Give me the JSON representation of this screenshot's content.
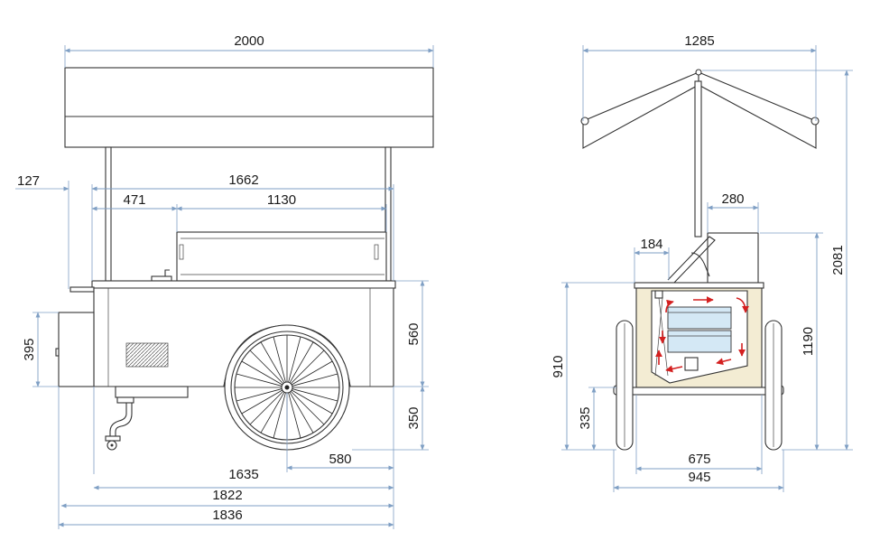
{
  "dimensions": {
    "side_view": {
      "overall_length": "2000",
      "edge_offset": "127",
      "counter_length": "1662",
      "left_counter": "471",
      "display_case_length": "1130",
      "cabinet_height": "560",
      "wheel_clearance": "350",
      "side_box_height": "395",
      "base_length": "1635",
      "wheel_offset": "580",
      "frame_length": "1822",
      "overall_base": "1836"
    },
    "end_view": {
      "canopy_width": "1285",
      "lid_width": "280",
      "lid_offset": "184",
      "total_height": "2081",
      "counter_height": "1190",
      "body_height": "910",
      "body_clearance": "335",
      "inner_width": "675",
      "track_width": "945"
    }
  },
  "colors": {
    "dimension_line": "#7f9fc4",
    "outline": "#333333",
    "insulation": "#f3ecd3",
    "flow_arrow": "#d42020"
  }
}
